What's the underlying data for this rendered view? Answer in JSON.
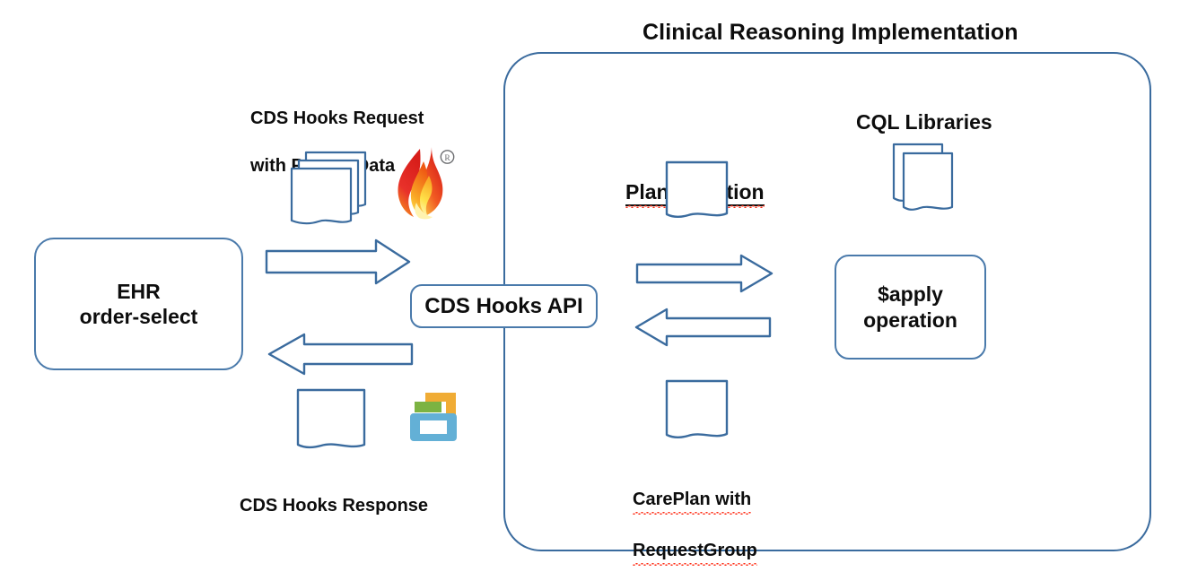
{
  "diagram": {
    "type": "flow-diagram",
    "title": "Clinical Reasoning Implementation",
    "background_color": "#ffffff",
    "accent_color": "#3a6b9e",
    "shape_outline_color": "#4a7aab",
    "text_color": "#0d0d0d"
  },
  "container": {
    "name": "Clinical Reasoning Implementation",
    "border_color": "#3a6b9e"
  },
  "left_side": {
    "ehr_box": {
      "line1": "EHR",
      "line2": "order-select"
    },
    "request_label": {
      "line1": "CDS Hooks Request",
      "line2": "with Patient Data"
    },
    "response_label": "CDS Hooks Response",
    "icons": {
      "documents_stack": "documents-stack-icon",
      "fhir_flame": "fhir-flame-logo",
      "fhir_trademark": "®",
      "cds_hooks_logo": "cds-hooks-logo",
      "response_document": "document-icon"
    },
    "arrows": {
      "request_arrow": "arrow-right",
      "response_arrow": "arrow-left"
    }
  },
  "boundary": {
    "api_label": "CDS Hooks API"
  },
  "right_side": {
    "plan_definition_label": "PlanDefinition",
    "cql_libraries_label": "CQL Libraries",
    "apply_box": {
      "line1": "$apply",
      "line2": "operation"
    },
    "careplan_label": {
      "line1": "CarePlan with",
      "line2": "RequestGroup"
    },
    "icons": {
      "plan_definition_document": "document-icon",
      "cql_documents_stack": "documents-stack-icon",
      "careplan_document": "document-icon"
    },
    "arrows": {
      "to_apply_arrow": "arrow-right",
      "from_apply_arrow": "arrow-left"
    }
  },
  "colors": {
    "fhir_red": "#e0231f",
    "fhir_orange": "#f7941e",
    "fhir_yellow": "#fff200",
    "cdshooks_orange": "#f0ac35",
    "cdshooks_green": "#7cb342",
    "cdshooks_blue": "#63b0d6"
  }
}
